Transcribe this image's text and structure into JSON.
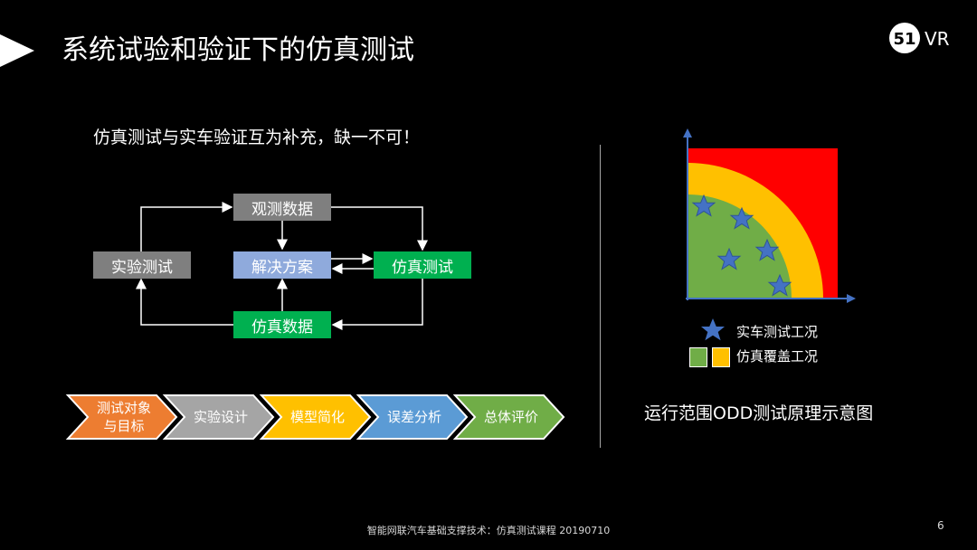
{
  "header": {
    "title": "系统试验和验证下的仿真测试",
    "logo_text": "51VR"
  },
  "subtitle": "仿真测试与实车验证互为补充，缺一不可！",
  "flow": {
    "observe_data": "观测数据",
    "experiment_test": "实验测试",
    "solution": "解决方案",
    "sim_test": "仿真测试",
    "sim_data": "仿真数据"
  },
  "steps": [
    {
      "label": "测试对象与目标",
      "line1": "测试对象",
      "line2": "与目标",
      "color": "#ed7d31"
    },
    {
      "label": "实验设计",
      "color": "#a5a5a5"
    },
    {
      "label": "模型简化",
      "color": "#ffc000"
    },
    {
      "label": "误差分析",
      "color": "#5b9bd5"
    },
    {
      "label": "总体评价",
      "color": "#70ad47"
    }
  ],
  "odd": {
    "legend_real": "实车测试工况",
    "legend_sim": "仿真覆盖工况",
    "caption": "运行范围ODD测试原理示意图"
  },
  "colors": {
    "observe": "#7f7f7f",
    "experiment": "#7f7f7f",
    "solution": "#8faadc",
    "sim": "#00b050",
    "red": "#ff0000",
    "yellow": "#ffc000",
    "green": "#70ad47",
    "star": "#4472c4"
  },
  "footer": {
    "text": "智能网联汽车基础支撑技术：仿真测试课程 20190710",
    "page": "6"
  }
}
